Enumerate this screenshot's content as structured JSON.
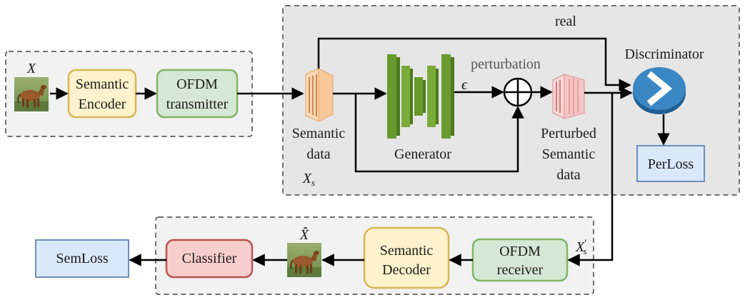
{
  "colors": {
    "panel_bg": "#f2f2f2",
    "disc_panel_bg": "#e6e6e6",
    "panel_border": "#707070",
    "yellow_fill": "#fff2cc",
    "yellow_stroke": "#d6b656",
    "green_fill": "#d5e8d4",
    "green_stroke": "#82b366",
    "red_fill": "#f8cecc",
    "red_stroke": "#b85450",
    "blue_fill": "#dae8fc",
    "blue_stroke": "#6c8ebf",
    "generator_green": "#6a9a2e",
    "discriminator_blue": "#3a87c4",
    "semantic_data_orange": "#f7c99a",
    "perturbed_pink": "#f5c6c6"
  },
  "transmitter": {
    "input_label": "X",
    "encoder": {
      "line1": "Semantic",
      "line2": "Encoder"
    },
    "ofdm_tx": {
      "line1": "OFDM",
      "line2": "transmitter"
    }
  },
  "attack": {
    "real_label": "real",
    "discriminator_label": "Discriminator",
    "perturbation_label": "perturbation",
    "epsilon_label": "ϵ",
    "semantic_data": {
      "line1": "Semantic",
      "line2": "data",
      "symbol": "X",
      "subscript": "s"
    },
    "generator_label": "Generator",
    "perturbed": {
      "line1": "Perturbed",
      "line2": "Semantic",
      "line3": "data"
    },
    "perloss_label": "PerLoss"
  },
  "receiver": {
    "ofdm_rx": {
      "line1": "OFDM",
      "line2": "receiver"
    },
    "xs_prime": {
      "symbol": "X",
      "prime": "′",
      "subscript": "s"
    },
    "decoder": {
      "line1": "Semantic",
      "line2": "Decoder"
    },
    "xhat_label": "X̂",
    "classifier_label": "Classifier",
    "semloss_label": "SemLoss"
  },
  "icons": [
    "horse-image-icon",
    "generator-network-icon",
    "discriminator-icon",
    "adder-icon",
    "semantic-data-icon",
    "perturbed-data-icon"
  ]
}
